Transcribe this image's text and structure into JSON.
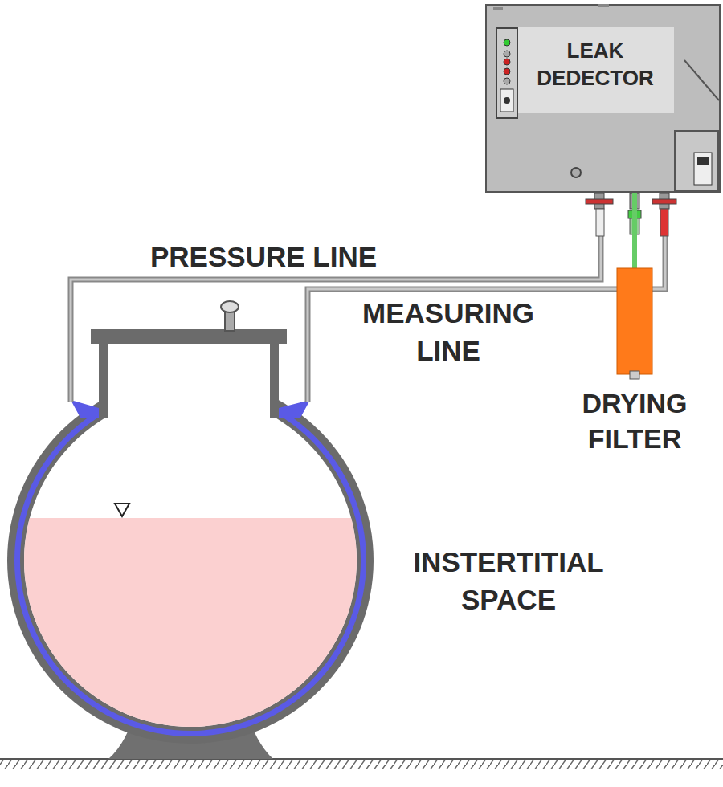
{
  "diagram": {
    "nodes": [
      {
        "text": [
          "LEAK DEDECTOR"
        ]
      },
      {
        "text": [
          "DRYING FILTER"
        ]
      }
    ],
    "edges": [
      {
        "from": 0,
        "to": 1,
        "arrow": "none"
      }
    ],
    "labels": [
      "PRESSURE LINE",
      "MEASURING LINE",
      "INSTERTITIAL SPACE"
    ]
  }
}
